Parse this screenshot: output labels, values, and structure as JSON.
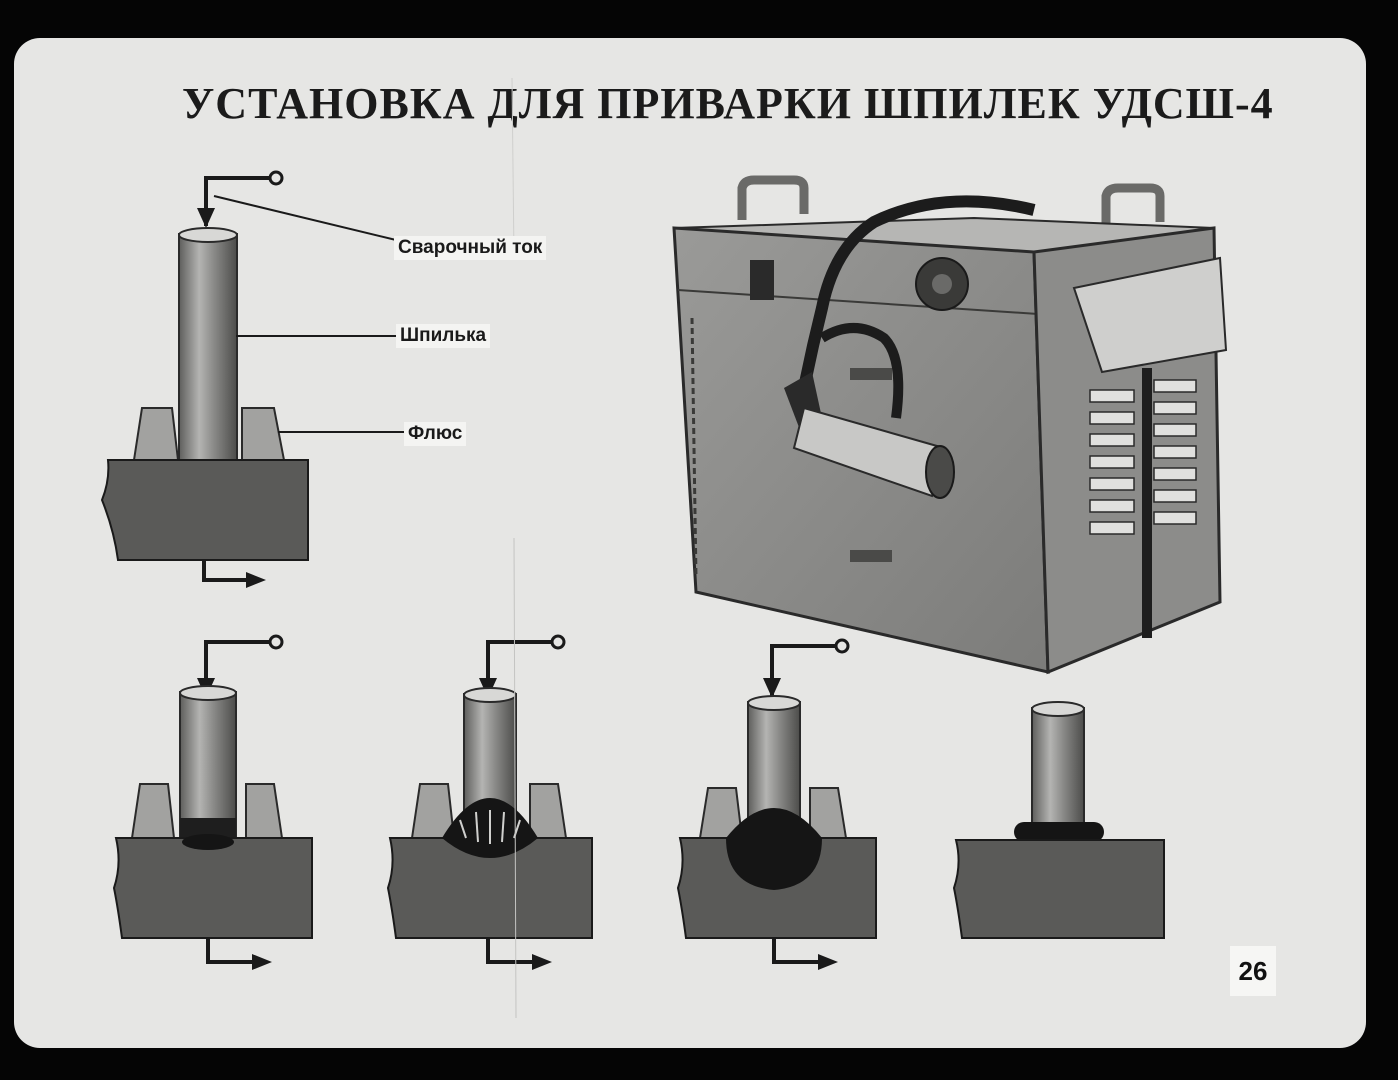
{
  "title": "УСТАНОВКА ДЛЯ ПРИВАРКИ ШПИЛЕК УДСШ-4",
  "labels": {
    "current": "Сварочный ток",
    "stud": "Шпилька",
    "flux": "Флюс"
  },
  "slide_number": "26",
  "colors": {
    "background": "#e6e6e4",
    "frame": "#050505",
    "base_metal": "#5a5a58",
    "weld": "#151515",
    "stud": "#8e8e8c"
  }
}
